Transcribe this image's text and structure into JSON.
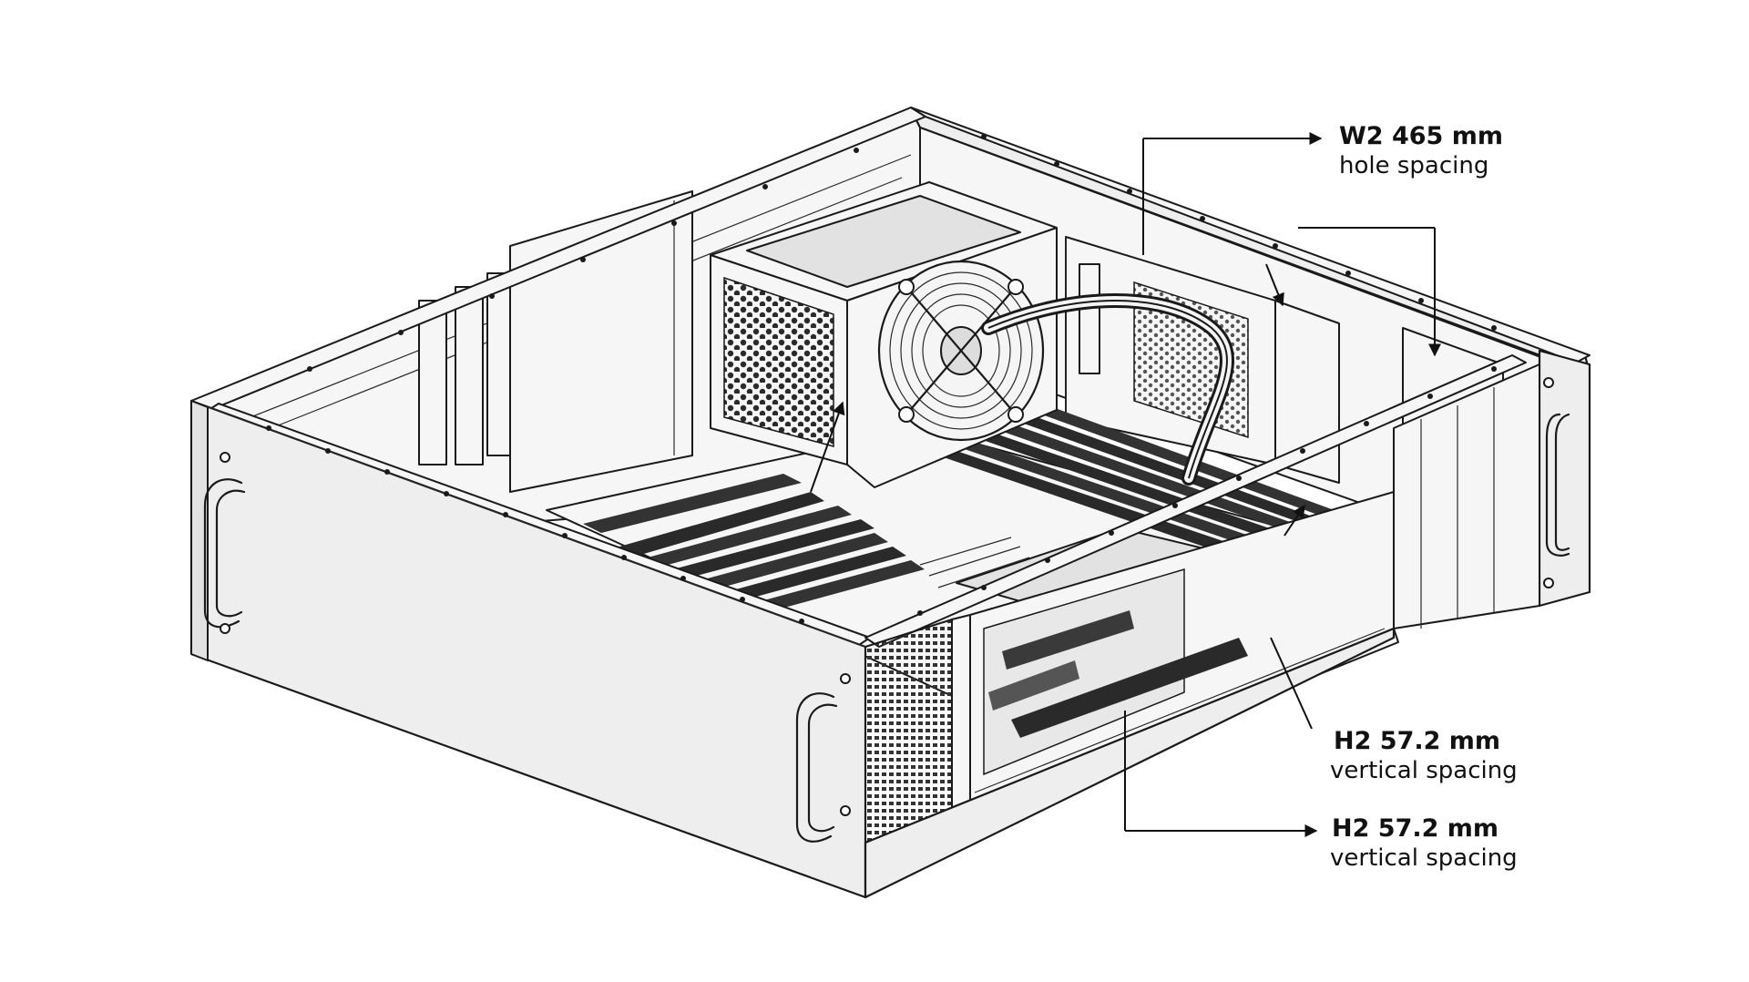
{
  "annotations": {
    "width": {
      "value": "W2 465 mm",
      "caption": "hole spacing"
    },
    "height_upper": {
      "value": "H2 57.2 mm",
      "caption": "vertical spacing"
    },
    "height_lower": {
      "value": "H2 57.2 mm",
      "caption": "vertical spacing"
    }
  },
  "colors": {
    "line": "#1a1a1a",
    "panel": "#eeeeee",
    "background": "#ffffff"
  },
  "icons": [
    "psu-fan-icon",
    "ram-slot-icon",
    "handle-icon",
    "vent-grille-icon"
  ]
}
